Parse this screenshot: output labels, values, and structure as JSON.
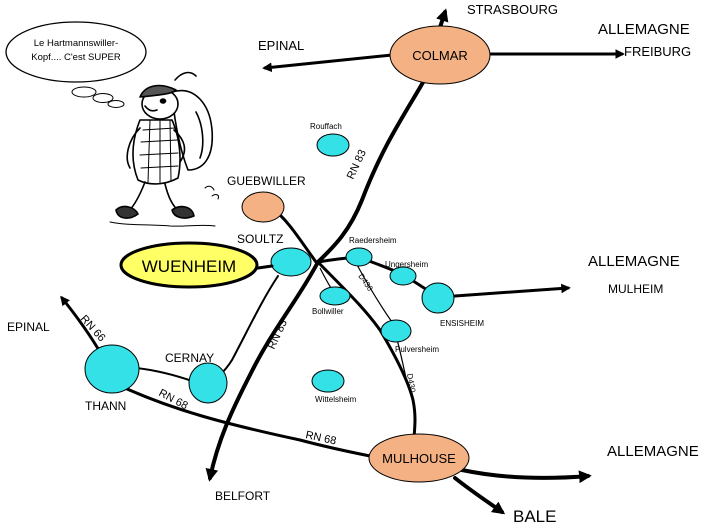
{
  "colors": {
    "major_city": "#f4b183",
    "town": "#33e1e6",
    "highlight": "#ffff66",
    "ink": "#000000"
  },
  "bubble_text": [
    "Le Hartmannswiller-",
    "Kopf.... C'est SUPER"
  ],
  "cities": {
    "colmar": "COLMAR",
    "mulhouse": "MULHOUSE",
    "wuenheim": "WUENHEIM"
  },
  "labels": {
    "strasbourg": "STRASBOURG",
    "epinal_top": "EPINAL",
    "allemagne_freiburg": "ALLEMAGNE",
    "freiburg": "FREIBURG",
    "rouffach": "Rouffach",
    "guebwiller": "GUEBWILLER",
    "soultz": "SOULTZ",
    "raedersheim": "Raedersheim",
    "ungersheim": "Ungersheim",
    "allemagne_mulheim": "ALLEMAGNE",
    "mulheim": "MULHEIM",
    "ensisheim": "ENSISHEIM",
    "bollwiller": "Bollwiller",
    "pulversheim": "Pulversheim",
    "epinal_left": "EPINAL",
    "cernay": "CERNAY",
    "thann": "THANN",
    "wittelsheim": "Wittelsheim",
    "allemagne_bale": "ALLEMAGNE",
    "belfort": "BELFORT",
    "bale": "BALE"
  },
  "roads": {
    "rn83_north": "RN 83",
    "rn83_south": "RN 83",
    "rn66": "RN 66",
    "rn68_a": "RN 68",
    "rn68_b": "RN 68",
    "d430_a": "D430",
    "d430_b": "D430"
  },
  "icons": [
    "hiker-icon",
    "thought-bubble-icon"
  ]
}
